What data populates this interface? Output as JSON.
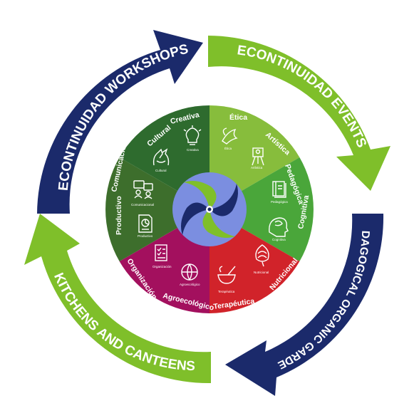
{
  "arrows": {
    "workshops": "ECONTINUIDAD WORKSHOPS",
    "events": "ECONTINUIDAD EVENTS",
    "gardens": "PEDAGOGICAL ORGANIC GARDENS",
    "kitchens": "KITCHENS AND CANTEENS"
  },
  "colors": {
    "navy": "#1b2a6b",
    "lime": "#7fbf2a",
    "center_blue": "#7b8ee0",
    "dark_green": "#2e6b2e",
    "olive_green": "#3d6e2c",
    "light_green": "#87bd3c",
    "mid_green": "#4aa63a",
    "red": "#d1232a",
    "magenta": "#a3105e"
  },
  "segments": [
    {
      "label": "Ética",
      "icon_label": "Ética",
      "icon": "dove-icon"
    },
    {
      "label": "Artística",
      "icon_label": "Artística",
      "icon": "easel-icon"
    },
    {
      "label": "Pedagógica",
      "icon_label": "Pedagógica",
      "icon": "book-icon"
    },
    {
      "label": "Cognitiva",
      "icon_label": "Cognitiva",
      "icon": "brain-icon"
    },
    {
      "label": "Nutricional",
      "icon_label": "Nutricional",
      "icon": "artichoke-icon"
    },
    {
      "label": "Terapéutica",
      "icon_label": "Terapéutica",
      "icon": "mortar-icon"
    },
    {
      "label": "Agroecológico",
      "icon_label": "Agroecológico",
      "icon": "globe-leaf-icon"
    },
    {
      "label": "Organización",
      "icon_label": "Organización",
      "icon": "checklist-icon"
    },
    {
      "label": "Productivo",
      "icon_label": "Productivo",
      "icon": "document-chart-icon"
    },
    {
      "label": "Comunicacional",
      "icon_label": "Comunicacional",
      "icon": "chat-people-icon"
    },
    {
      "label": "Cultural",
      "icon_label": "Cultural",
      "icon": "hands-icon"
    },
    {
      "label": "Creativa",
      "icon_label": "Creativa",
      "icon": "lightbulb-icon"
    }
  ],
  "center_logo": "pinwheel-logo"
}
